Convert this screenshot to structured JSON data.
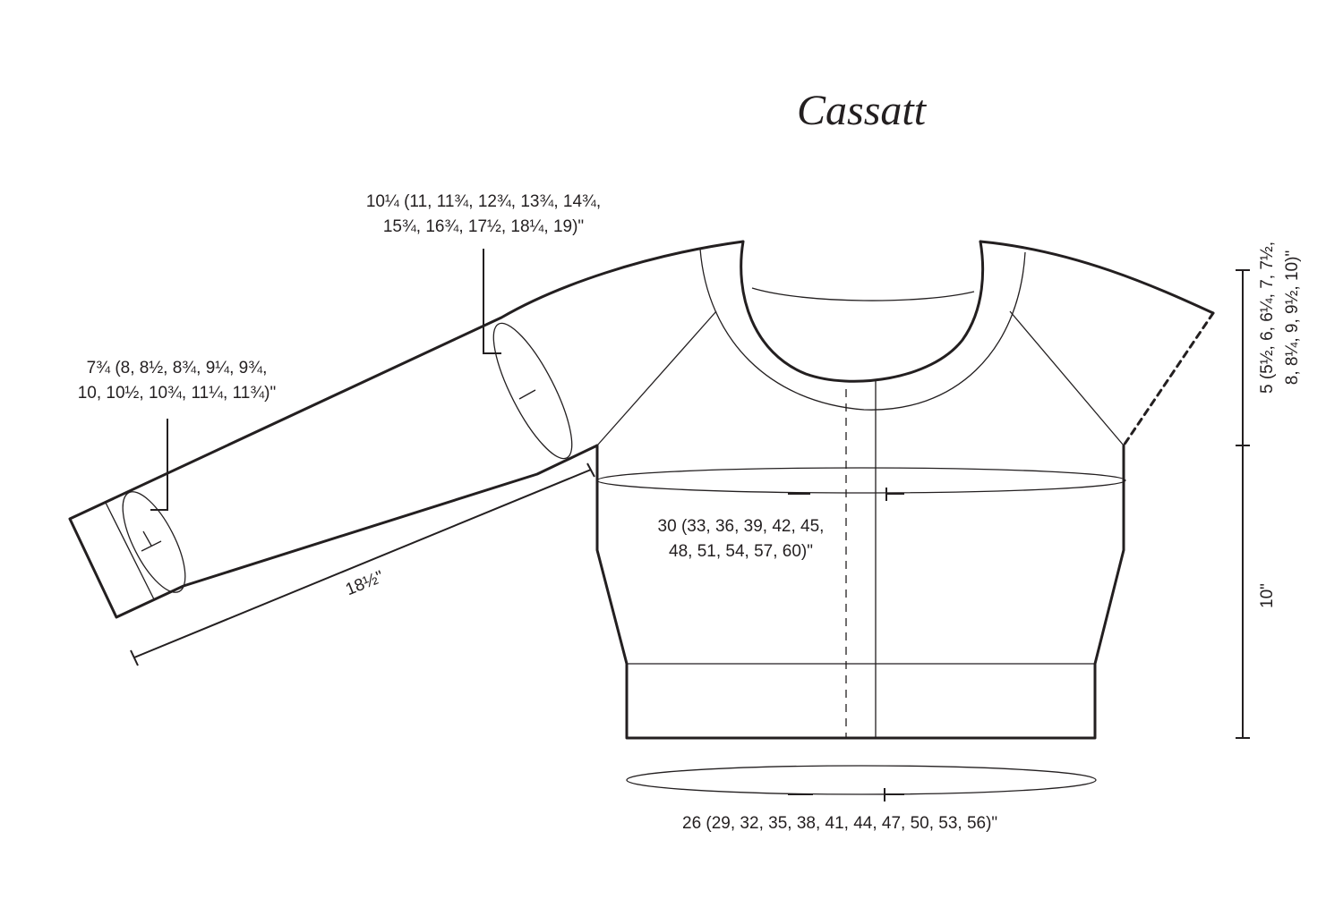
{
  "title": "Cassatt",
  "measurements": {
    "upper_arm": [
      "10¼ (11, 11¾, 12¾, 13¾, 14¾,",
      "15¾, 16¾, 17½, 18¼, 19)\""
    ],
    "wrist": [
      "7¾ (8, 8½, 8¾, 9¼, 9¾,",
      "10, 10½, 10¾, 11¼, 11¾)\""
    ],
    "sleeve_length": "18½\"",
    "chest": [
      "30 (33, 36, 39, 42, 45,",
      "48, 51, 54, 57, 60)\""
    ],
    "hem": "26 (29, 32, 35, 38, 41, 44, 47, 50, 53, 56)\"",
    "yoke_depth": [
      "5 (5½, 6, 6¼, 7, 7½,",
      "8, 8¼, 9, 9½, 10)\""
    ],
    "body_length": "10\""
  }
}
